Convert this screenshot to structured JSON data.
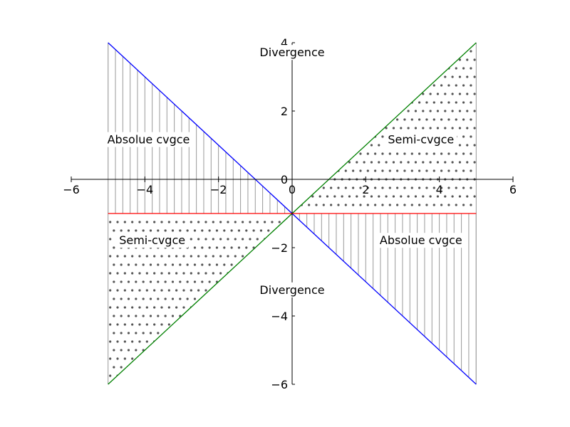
{
  "chart_data": {
    "type": "area",
    "title": "",
    "xlabel": "",
    "ylabel": "",
    "xlim": [
      -6,
      6
    ],
    "ylim": [
      -6,
      4
    ],
    "xticks": [
      -6,
      -4,
      -2,
      0,
      2,
      4,
      6
    ],
    "yticks": [
      -6,
      -4,
      -2,
      0,
      2,
      4
    ],
    "xtick_labels": [
      "−6",
      "−4",
      "−2",
      "0",
      "2",
      "4",
      "6"
    ],
    "ytick_labels": [
      "−6",
      "−4",
      "−2",
      "0",
      "2",
      "4"
    ],
    "grid": false,
    "spines": "centered",
    "series": [
      {
        "x": [
          -5,
          5
        ],
        "y": [
          4,
          -6
        ],
        "color": "#0000ff"
      },
      {
        "x": [
          -5,
          5
        ],
        "y": [
          -6,
          4
        ],
        "color": "#008000"
      },
      {
        "x": [
          -5,
          5
        ],
        "y": [
          -1,
          -1
        ],
        "color": "#ff0000"
      }
    ],
    "regions": [
      {
        "hatch": "vertical-lines",
        "x": [
          -5,
          0
        ],
        "y_top": "blue",
        "y_bottom": "red"
      },
      {
        "hatch": "vertical-lines",
        "x": [
          0,
          5
        ],
        "y_top": "red",
        "y_bottom": "blue"
      },
      {
        "hatch": "dots",
        "x": [
          -5,
          0
        ],
        "y_top": "red",
        "y_bottom": "green"
      },
      {
        "hatch": "dots",
        "x": [
          0,
          5
        ],
        "y_top": "green",
        "y_bottom": "red"
      }
    ],
    "annotations": [
      {
        "text": "Divergence",
        "x": 0,
        "y": 3.6,
        "anchor": "middle"
      },
      {
        "text": "Divergence",
        "x": 0,
        "y": -3.35,
        "anchor": "middle"
      },
      {
        "text": "Absolue cvgce",
        "x": -3.9,
        "y": 1.05,
        "anchor": "middle"
      },
      {
        "text": "Semi-cvgce",
        "x": 3.5,
        "y": 1.05,
        "anchor": "middle"
      },
      {
        "text": "Semi-cvgce",
        "x": -3.8,
        "y": -1.9,
        "anchor": "middle"
      },
      {
        "text": "Absolue cvgce",
        "x": 3.5,
        "y": -1.9,
        "anchor": "middle"
      }
    ],
    "colors": {
      "hatch": "#555555",
      "vline_hatch": "#999999",
      "axis": "#000000"
    }
  }
}
